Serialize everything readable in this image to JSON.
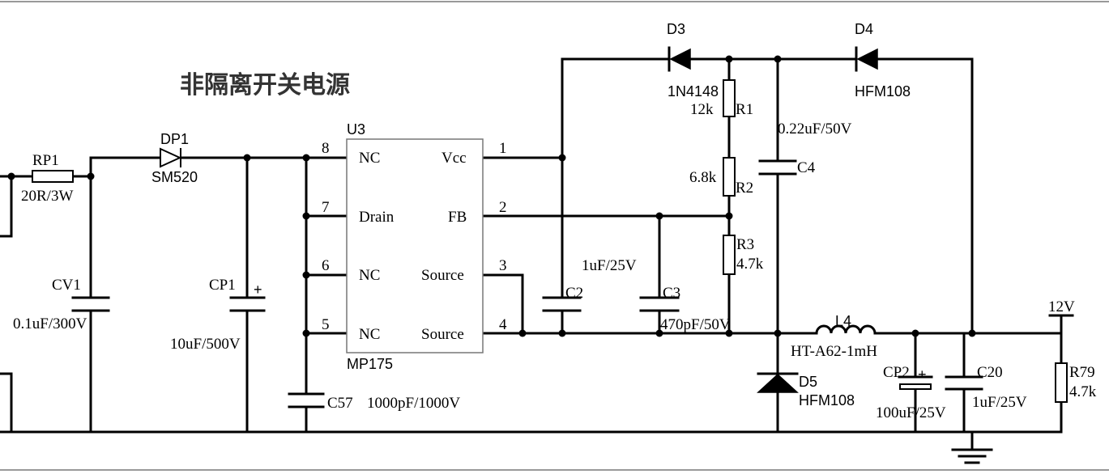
{
  "title": "非隔离开关电源",
  "ic": {
    "ref": "U3",
    "part": "MP175",
    "left_pins": [
      {
        "num": "8",
        "name": "NC"
      },
      {
        "num": "7",
        "name": "Drain"
      },
      {
        "num": "6",
        "name": "NC"
      },
      {
        "num": "5",
        "name": "NC"
      }
    ],
    "right_pins": [
      {
        "num": "1",
        "name": "Vcc"
      },
      {
        "num": "2",
        "name": "FB"
      },
      {
        "num": "3",
        "name": "Source"
      },
      {
        "num": "4",
        "name": "Source"
      }
    ]
  },
  "components": {
    "RP1": {
      "ref": "RP1",
      "value": "20R/3W"
    },
    "DP1": {
      "ref": "DP1",
      "value": "SM520"
    },
    "CV1": {
      "ref": "CV1",
      "value": "0.1uF/300V"
    },
    "CP1": {
      "ref": "CP1",
      "value": "10uF/500V"
    },
    "C57": {
      "ref": "C57",
      "value": "1000pF/1000V"
    },
    "D3": {
      "ref": "D3",
      "value": "1N4148"
    },
    "D4": {
      "ref": "D4",
      "value": "HFM108"
    },
    "R1": {
      "ref": "R1",
      "value": "12k"
    },
    "R2": {
      "ref": "R2",
      "value": "6.8k"
    },
    "R3": {
      "ref": "R3",
      "value": "4.7k"
    },
    "C4": {
      "ref": "C4",
      "value": "0.22uF/50V"
    },
    "C2": {
      "ref": "C2",
      "value": "1uF/25V"
    },
    "C3": {
      "ref": "C3",
      "value": "470pF/50V"
    },
    "L4": {
      "ref": "L4",
      "value": "HT-A62-1mH"
    },
    "D5": {
      "ref": "D5",
      "value": "HFM108"
    },
    "CP2": {
      "ref": "CP2",
      "value": "100uF/25V"
    },
    "C20": {
      "ref": "C20",
      "value": "1uF/25V"
    },
    "R79": {
      "ref": "R79",
      "value": "4.7k"
    }
  },
  "output_net": "12V"
}
